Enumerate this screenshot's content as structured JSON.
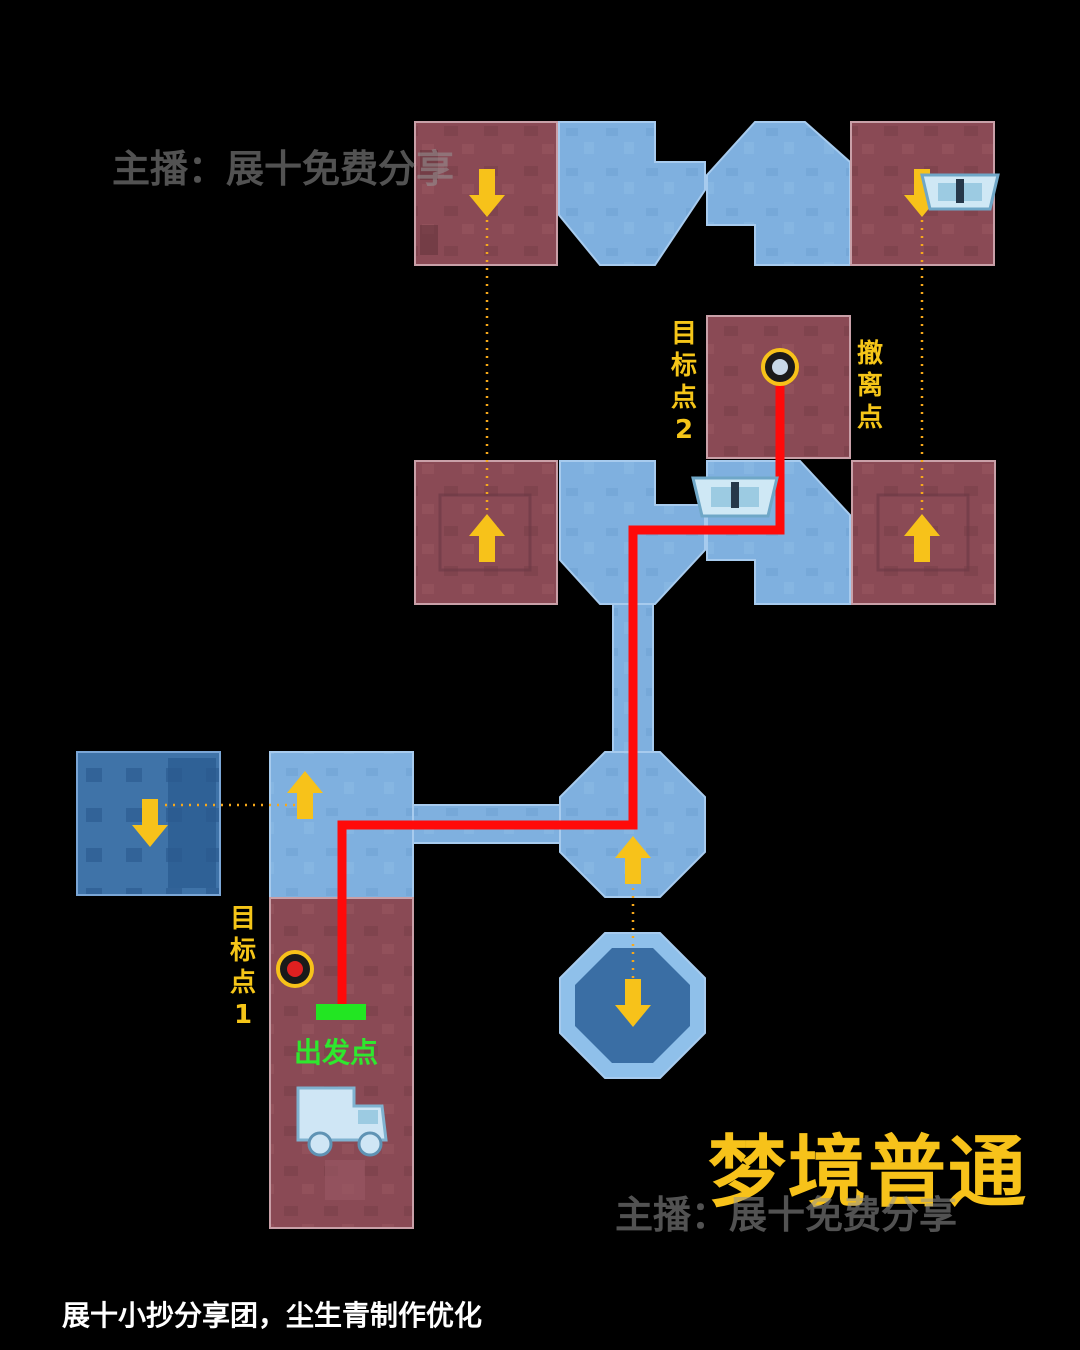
{
  "watermark_top": "主播：展十免费分享",
  "watermark_bottom": "主播：展十免费分享",
  "title": "梦境普通",
  "credit": "展十小抄分享团，尘生青制作优化",
  "labels": {
    "target1": "目标点",
    "target1_num": "1",
    "target2": "目标点",
    "target2_num": "2",
    "extract": "撤离点",
    "start": "出发点"
  },
  "colors": {
    "background": "#000000",
    "room_red": "#8a4a55",
    "room_blue": "#7fb0df",
    "route": "#ff0a0a",
    "arrow": "#f7c21a",
    "start_marker": "#22e622",
    "label_yellow": "#f5c518"
  },
  "icons": [
    "down-arrow-icon",
    "up-arrow-icon",
    "target-marker-icon",
    "cart-vehicle-icon",
    "chest-icon",
    "start-marker-icon"
  ]
}
